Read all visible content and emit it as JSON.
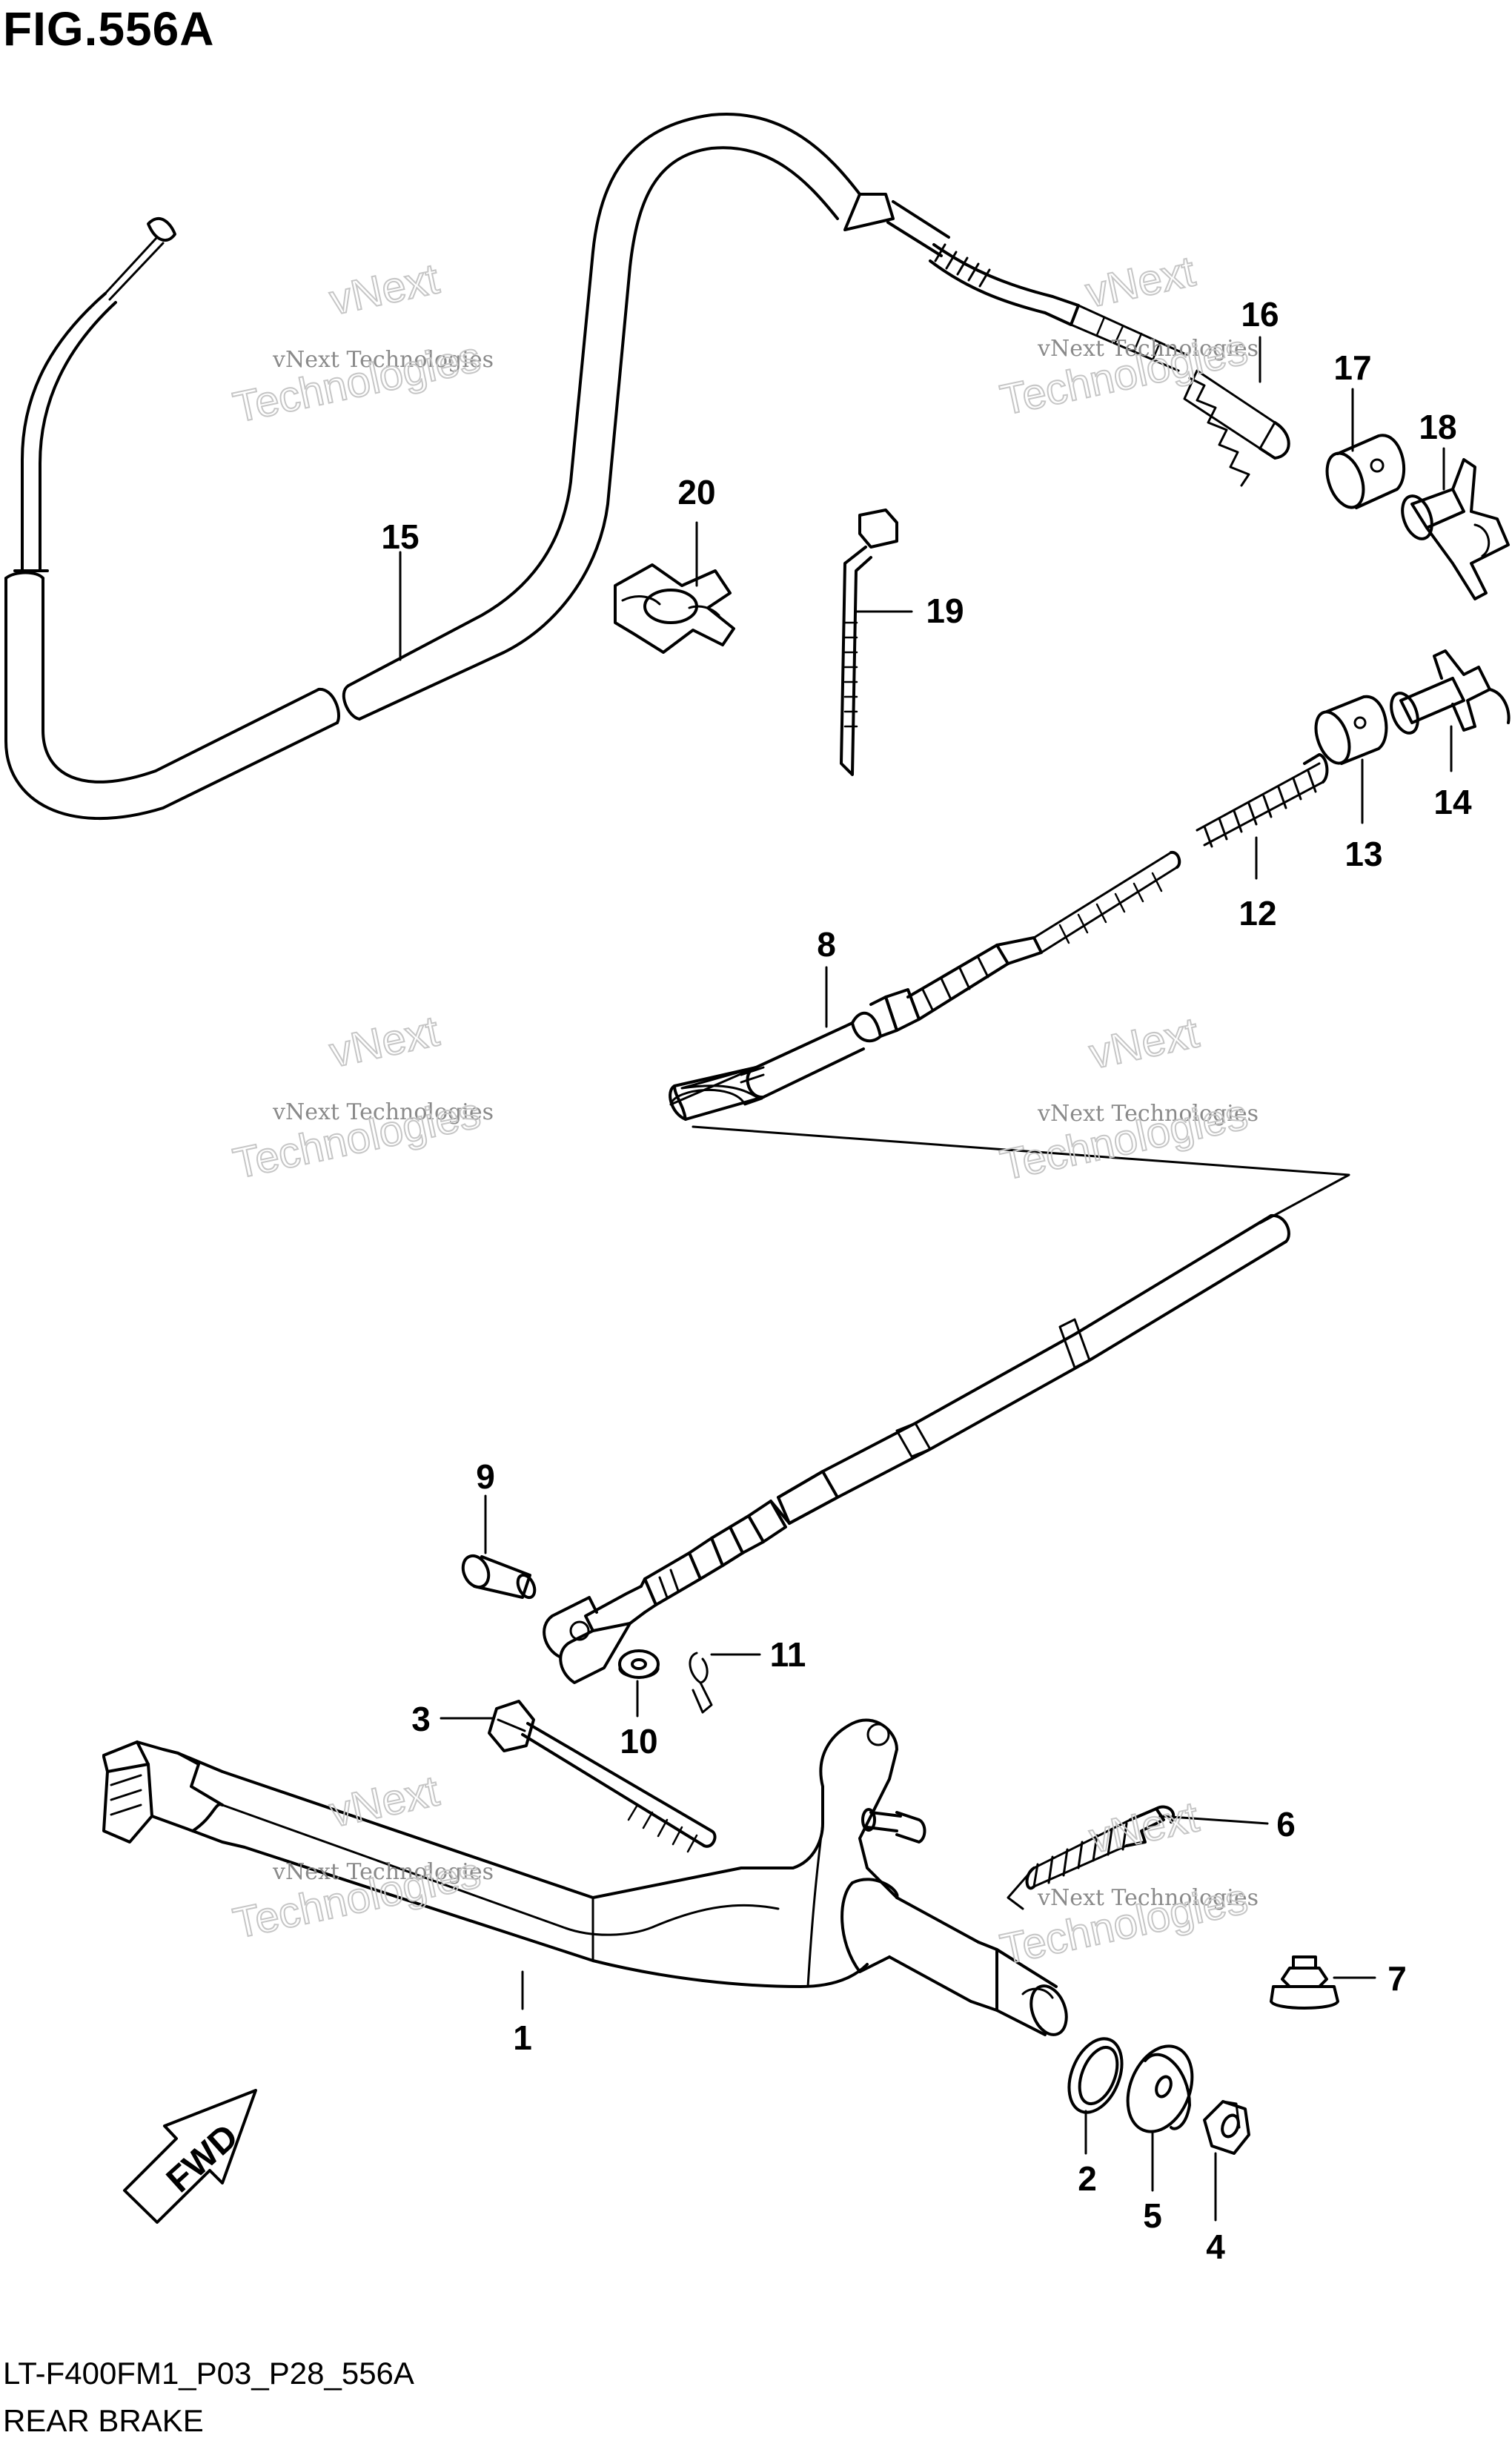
{
  "header": {
    "title": "FIG.556A"
  },
  "footer": {
    "code": "LT-F400FM1_P03_P28_556A",
    "caption": "REAR BRAKE"
  },
  "direction_arrow": {
    "label": "FWD"
  },
  "watermark": {
    "line1": "vNext Technologies",
    "line2": "vNext",
    "line3": "Technologies"
  },
  "parts": [
    {
      "no": "1"
    },
    {
      "no": "2"
    },
    {
      "no": "3"
    },
    {
      "no": "4"
    },
    {
      "no": "5"
    },
    {
      "no": "6"
    },
    {
      "no": "7"
    },
    {
      "no": "8"
    },
    {
      "no": "9"
    },
    {
      "no": "10"
    },
    {
      "no": "11"
    },
    {
      "no": "12"
    },
    {
      "no": "13"
    },
    {
      "no": "14"
    },
    {
      "no": "15"
    },
    {
      "no": "16"
    },
    {
      "no": "17"
    },
    {
      "no": "18"
    },
    {
      "no": "19"
    },
    {
      "no": "20"
    }
  ],
  "colors": {
    "line": "#000000",
    "watermark": "#8a8a8a",
    "background": "#ffffff"
  }
}
